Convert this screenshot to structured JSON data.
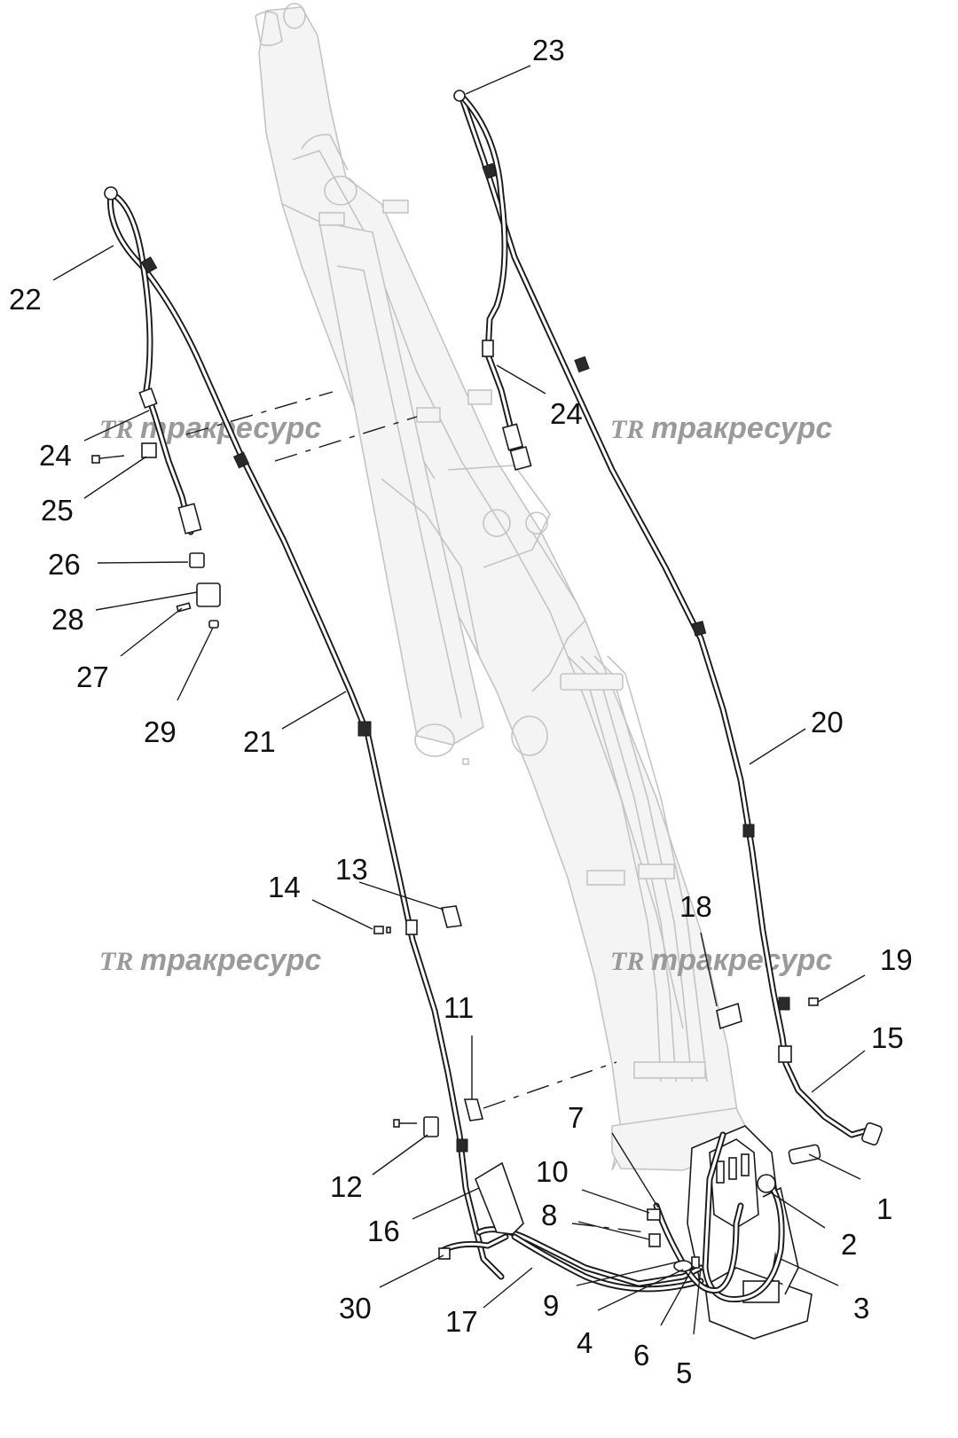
{
  "watermark": {
    "logo": "TR",
    "text": "тракресурс",
    "color": "#9a9a9a"
  },
  "callouts": [
    {
      "id": "1",
      "label": "1"
    },
    {
      "id": "2",
      "label": "2"
    },
    {
      "id": "3",
      "label": "3"
    },
    {
      "id": "4",
      "label": "4"
    },
    {
      "id": "5",
      "label": "5"
    },
    {
      "id": "6",
      "label": "6"
    },
    {
      "id": "7",
      "label": "7"
    },
    {
      "id": "8",
      "label": "8"
    },
    {
      "id": "9",
      "label": "9"
    },
    {
      "id": "10",
      "label": "10"
    },
    {
      "id": "11",
      "label": "11"
    },
    {
      "id": "12",
      "label": "12"
    },
    {
      "id": "13",
      "label": "13"
    },
    {
      "id": "14",
      "label": "14"
    },
    {
      "id": "15",
      "label": "15"
    },
    {
      "id": "16",
      "label": "16"
    },
    {
      "id": "17",
      "label": "17"
    },
    {
      "id": "18",
      "label": "18"
    },
    {
      "id": "19",
      "label": "19"
    },
    {
      "id": "20",
      "label": "20"
    },
    {
      "id": "21",
      "label": "21"
    },
    {
      "id": "22",
      "label": "22"
    },
    {
      "id": "23",
      "label": "23"
    },
    {
      "id": "24a",
      "label": "24"
    },
    {
      "id": "24b",
      "label": "24"
    },
    {
      "id": "25",
      "label": "25"
    },
    {
      "id": "26",
      "label": "26"
    },
    {
      "id": "27",
      "label": "27"
    },
    {
      "id": "28",
      "label": "28"
    },
    {
      "id": "29",
      "label": "29"
    },
    {
      "id": "30",
      "label": "30"
    }
  ]
}
